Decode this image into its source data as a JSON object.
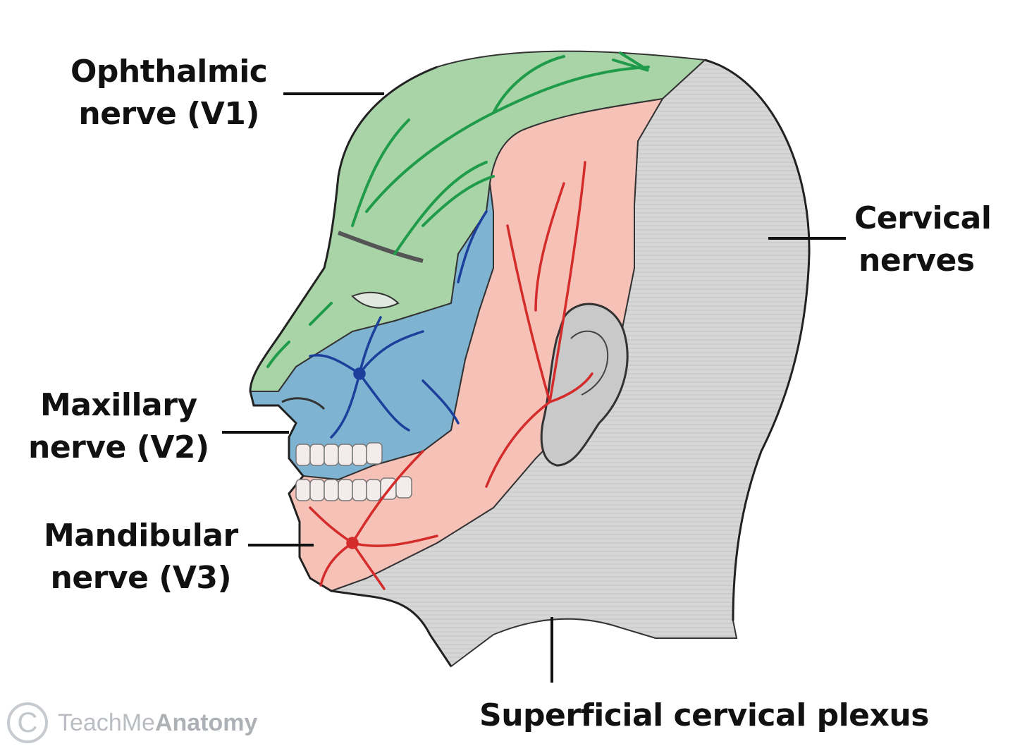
{
  "labels": {
    "v1_line1": "Ophthalmic",
    "v1_line2": "nerve (V1)",
    "v2_line1": "Maxillary",
    "v2_line2": "nerve (V2)",
    "v3_line1": "Mandibular",
    "v3_line2": "nerve (V3)",
    "cervical_line1": "Cervical",
    "cervical_line2": "nerves",
    "plexus": "Superficial cervical plexus"
  },
  "watermark": {
    "symbol": "C",
    "brand_light": "TeachMe",
    "brand_bold": "Anatomy"
  },
  "colors": {
    "ophthalmic_region": "#a8d4a7",
    "ophthalmic_nerve": "#1f9b4a",
    "maxillary_region": "#7fb3d2",
    "maxillary_nerve": "#1b3f9a",
    "mandibular_region": "#f6c2b8",
    "mandibular_nerve": "#d42b2b",
    "cervical_region": "#d4d4d4"
  }
}
